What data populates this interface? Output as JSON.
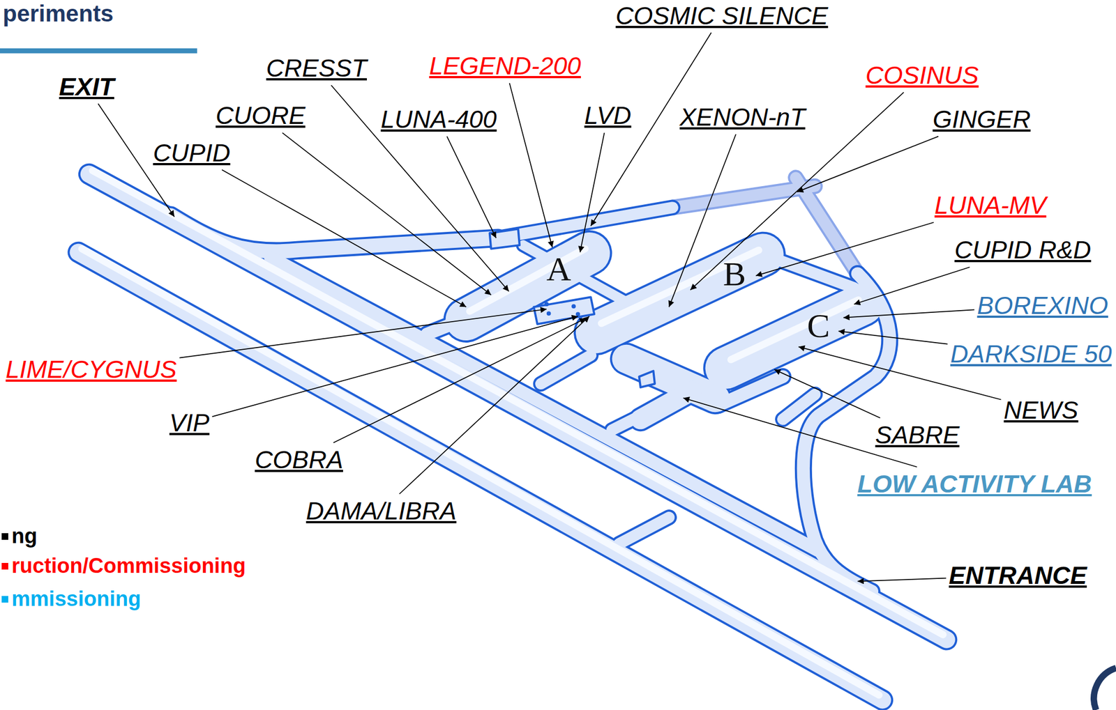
{
  "diagram": {
    "title": "periments",
    "nodes": [
      {
        "text": [
          "A"
        ]
      },
      {
        "text": [
          "B"
        ]
      },
      {
        "text": [
          "C"
        ]
      }
    ],
    "labels": [
      "COSMIC SILENCE",
      "LEGEND-200",
      "CRESST",
      "EXIT",
      "COSINUS",
      "CUORE",
      "LVD",
      "XENON-nT",
      "GINGER",
      "LUNA-400",
      "CUPID",
      "LUNA-MV",
      "CUPID R&D",
      "BOREXINO",
      "DARKSIDE 50",
      "LIME/CYGNUS",
      "NEWS",
      "VIP",
      "SABRE",
      "COBRA",
      "LOW ACTIVITY LAB",
      "DAMA/LIBRA",
      "ENTRANCE"
    ],
    "legend": [
      {
        "text": "ng",
        "color": "#000000"
      },
      {
        "text": "ruction/Commissioning",
        "color": "#ff0000"
      },
      {
        "text": "mmissioning",
        "color": "#00b0f0"
      }
    ]
  }
}
